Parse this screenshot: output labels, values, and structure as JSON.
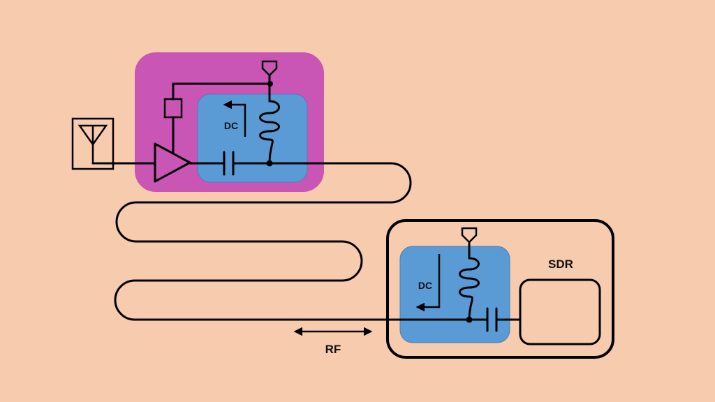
{
  "colors": {
    "background": "#f7cbae",
    "lna_module": "#c955b5",
    "bias_tee": "#5b9bd5",
    "stroke": "#000000"
  },
  "labels": {
    "dc_top": "DC",
    "dc_bottom": "DC",
    "sdr": "SDR",
    "rf": "RF"
  },
  "icons": {
    "antenna": "antenna-icon",
    "amplifier": "amplifier-icon",
    "inductor": "inductor-icon",
    "capacitor": "capacitor-icon",
    "resistor": "resistor-icon",
    "dc_port": "dc-port-icon",
    "arrow": "arrow-icon"
  }
}
